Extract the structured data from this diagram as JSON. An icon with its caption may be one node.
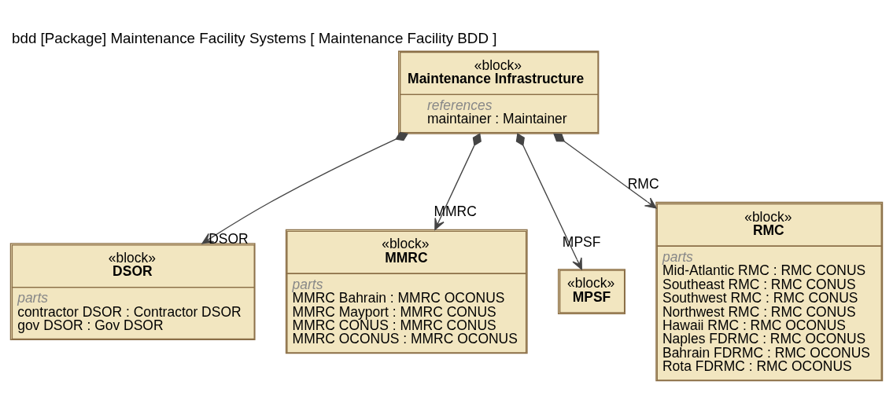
{
  "diagram": {
    "title": "bdd [Package] Maintenance Facility Systems [ Maintenance Facility BDD ]",
    "nodes": [
      {
        "text": [
          "«block»",
          "Maintenance Infrastructure",
          "references",
          "maintainer : Maintainer"
        ]
      },
      {
        "text": [
          "«block»",
          "DSOR",
          "parts",
          "contractor DSOR : Contractor DSOR",
          "gov DSOR : Gov DSOR"
        ]
      },
      {
        "text": [
          "«block»",
          "MMRC",
          "parts",
          "MMRC Bahrain : MMRC OCONUS",
          "MMRC Mayport : MMRC CONUS",
          "MMRC CONUS : MMRC CONUS",
          "MMRC OCONUS : MMRC OCONUS"
        ]
      },
      {
        "text": [
          "«block»",
          "MPSF"
        ]
      },
      {
        "text": [
          "«block»",
          "RMC",
          "parts",
          "Mid-Atlantic RMC : RMC CONUS",
          "Southeast RMC : RMC CONUS",
          "Southwest RMC : RMC CONUS",
          "Northwest RMC : RMC CONUS",
          "Hawaii RMC : RMC OCONUS",
          "Naples FDRMC : RMC OCONUS",
          "Bahrain FDRMC : RMC OCONUS",
          "Rota FDRMC : RMC OCONUS"
        ]
      }
    ],
    "edges": [
      {
        "from": 0,
        "to": 1,
        "arrow": "to",
        "label": "DSOR"
      },
      {
        "from": 0,
        "to": 2,
        "arrow": "to",
        "label": "MMRC"
      },
      {
        "from": 0,
        "to": 3,
        "arrow": "to",
        "label": "MPSF"
      },
      {
        "from": 0,
        "to": 4,
        "arrow": "to",
        "label": "RMC"
      }
    ]
  }
}
